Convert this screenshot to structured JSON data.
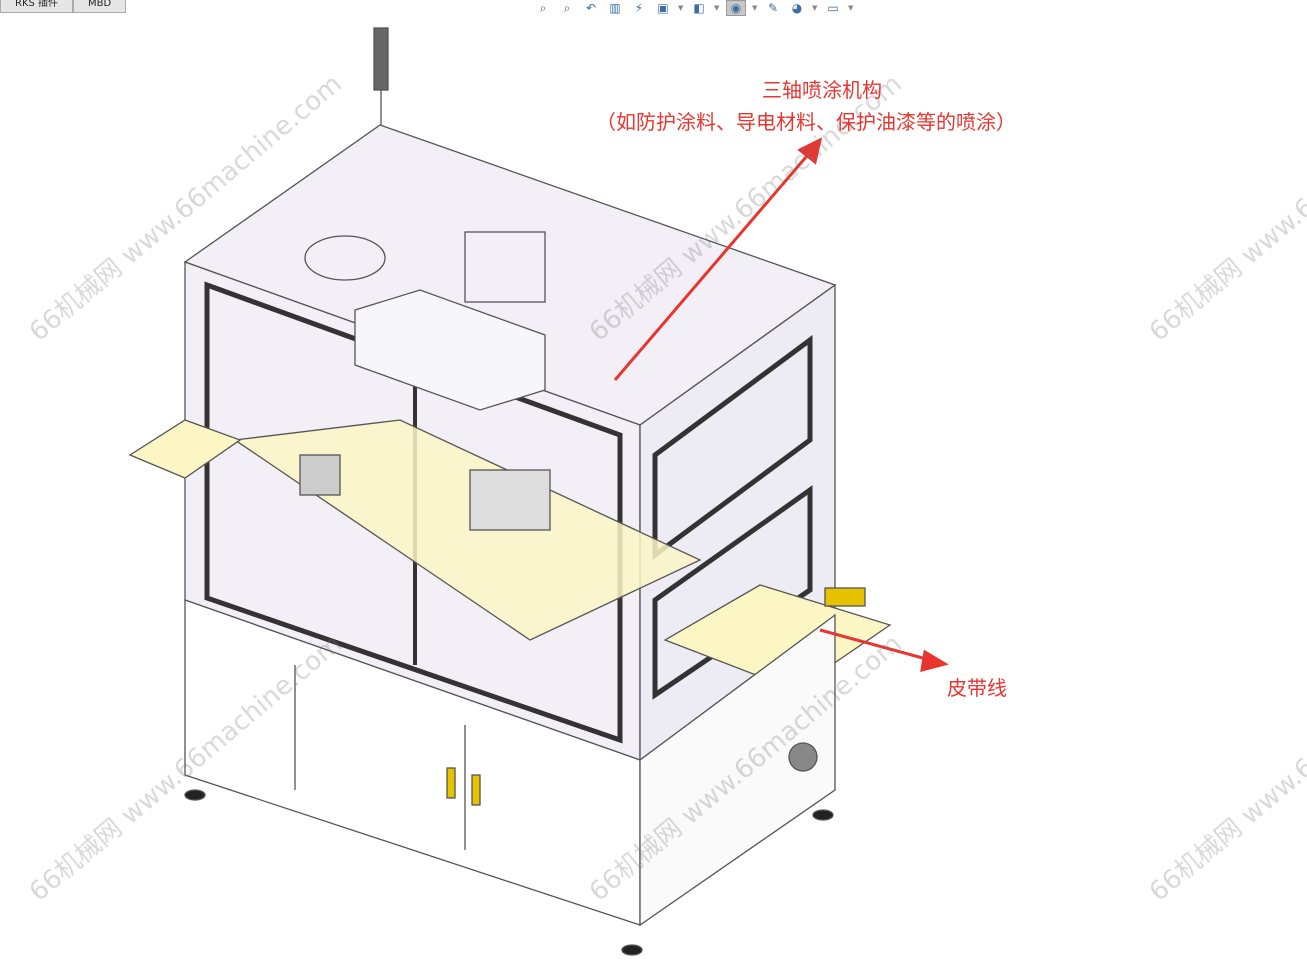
{
  "tabs": [
    {
      "label": "RKS 插件"
    },
    {
      "label": "MBD"
    }
  ],
  "toolbar": [
    {
      "icon": "zoom-to-fit-icon",
      "glyph": "⌕"
    },
    {
      "icon": "zoom-area-icon",
      "glyph": "⌕"
    },
    {
      "icon": "previous-view-icon",
      "glyph": "↶"
    },
    {
      "icon": "section-view-icon",
      "glyph": "▥"
    },
    {
      "icon": "dynamic-annotation-icon",
      "glyph": "⚡"
    },
    {
      "icon": "view-orientation-icon",
      "glyph": "▣"
    },
    {
      "icon": "display-style-icon",
      "glyph": "◧"
    },
    {
      "icon": "hide-show-icon",
      "glyph": "◉"
    },
    {
      "icon": "edit-appearance-icon",
      "glyph": "✎"
    },
    {
      "icon": "apply-scene-icon",
      "glyph": "◕"
    },
    {
      "icon": "view-settings-icon",
      "glyph": "▭"
    }
  ],
  "annotations": {
    "spray_title": "三轴喷涂机构",
    "spray_desc": "（如防护涂料、导电材料、保护油漆等的喷涂）",
    "belt": "皮带线"
  },
  "watermark": "66机械网 www.66machine.com",
  "colors": {
    "annotation": "#e8352f",
    "belt": "#fbf6c4",
    "frame": "#555555"
  }
}
